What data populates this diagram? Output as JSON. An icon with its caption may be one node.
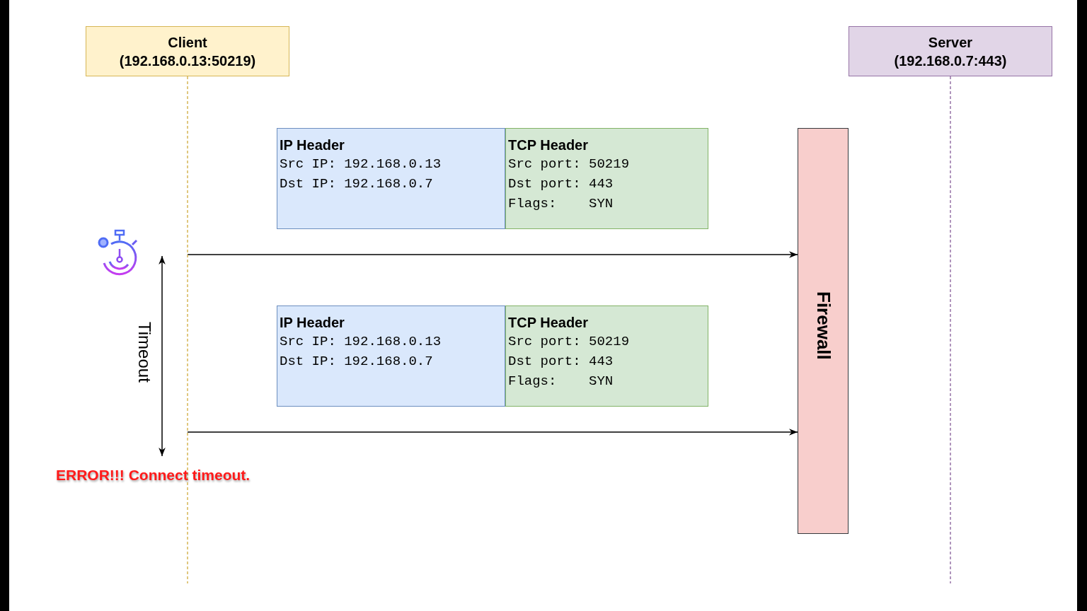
{
  "diagram": {
    "nodes": [
      {
        "text": [
          "Client (192.168.0.13:50219)"
        ]
      },
      {
        "text": [
          "Server (192.168.0.7:443)"
        ]
      },
      {
        "text": [
          "IP Header",
          "Src IP: 192.168.0.13",
          "Dst IP: 192.168.0.7"
        ]
      },
      {
        "text": [
          "TCP Header",
          "Src port: 50219",
          "Dst port: 443",
          "Flags:    SYN"
        ]
      },
      {
        "text": [
          "IP Header",
          "Src IP: 192.168.0.13",
          "Dst IP: 192.168.0.7"
        ]
      },
      {
        "text": [
          "TCP Header",
          "Src port: 50219",
          "Dst port: 443",
          "Flags:    SYN"
        ]
      },
      {
        "text": [
          "Firewall"
        ]
      }
    ],
    "edges": [
      {
        "from": 0,
        "to": 6,
        "arrow": "to"
      },
      {
        "from": 0,
        "to": 6,
        "arrow": "to"
      }
    ],
    "labels": [
      "Timeout",
      "ERROR!!! Connect timeout."
    ]
  }
}
